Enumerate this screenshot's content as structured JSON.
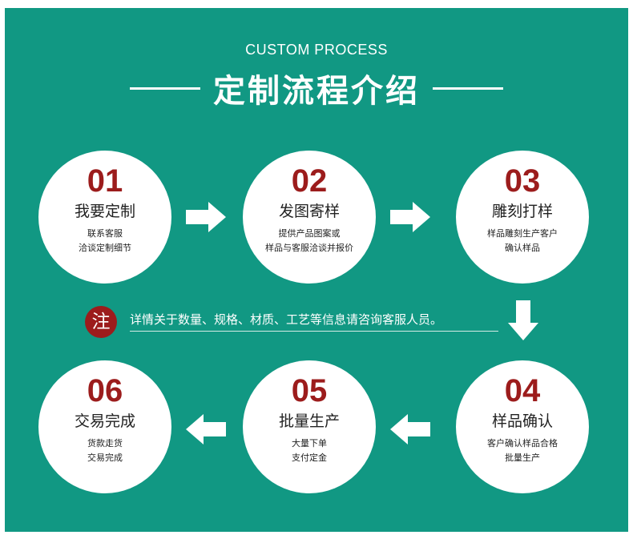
{
  "header": {
    "subtitle": "CUSTOM PROCESS",
    "title": "定制流程介绍"
  },
  "steps": [
    {
      "num": "01",
      "name": "我要定制",
      "desc": [
        "联系客服",
        "洽谈定制细节"
      ]
    },
    {
      "num": "02",
      "name": "发图寄样",
      "desc": [
        "提供产品图案或",
        "样品与客服洽谈并报价"
      ]
    },
    {
      "num": "03",
      "name": "雕刻打样",
      "desc": [
        "样品雕刻生产客户",
        "确认样品"
      ]
    },
    {
      "num": "04",
      "name": "样品确认",
      "desc": [
        "客户确认样品合格",
        "批量生产"
      ]
    },
    {
      "num": "05",
      "name": "批量生产",
      "desc": [
        "大量下单",
        "支付定金"
      ]
    },
    {
      "num": "06",
      "name": "交易完成",
      "desc": [
        "货款走货",
        "交易完成"
      ]
    }
  ],
  "note": {
    "badge": "注",
    "text": "详情关于数量、规格、材质、工艺等信息请咨询客服人员。"
  },
  "colors": {
    "background": "#119883",
    "accent": "#9c1c1c",
    "circle": "#ffffff"
  },
  "icons": [
    "arrow-right-icon",
    "arrow-down-icon",
    "arrow-left-icon"
  ]
}
